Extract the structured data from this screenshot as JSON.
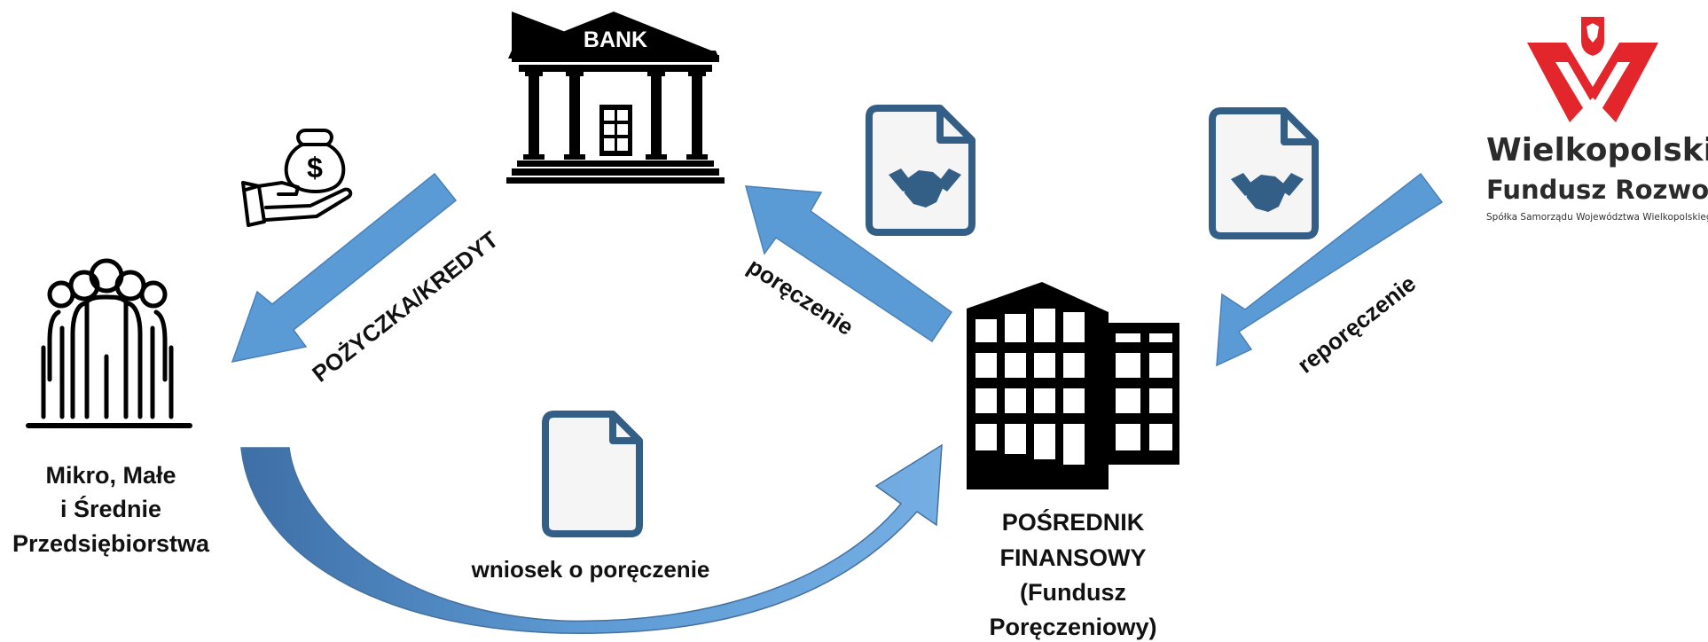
{
  "bank": {
    "sign": "BANK"
  },
  "labels": {
    "loan_credit": "POŻYCZKA/KREDYT",
    "guarantee": "poręczenie",
    "counter_guarantee": "reporęczenie",
    "guarantee_application": "wniosek o poręczenie"
  },
  "sme": {
    "line1": "Mikro, Małe",
    "line2": "i Średnie",
    "line3": "Przedsiębiorstwa"
  },
  "intermediary": {
    "line1": "POŚREDNIK",
    "line2": "FINANSOWY",
    "line3": "(Fundusz",
    "line4": "Poręczeniowy)"
  },
  "logo": {
    "line1": "Wielkopolski",
    "line2": "Fundusz Rozwoju",
    "line3": "Spółka Samorządu Województwa Wielkopolskiego"
  },
  "colors": {
    "arrow_fill": "#5b9bd5",
    "arrow_stroke": "#4a80b8",
    "doc_stroke": "#335f86",
    "logo_red": "#e3262c",
    "icon_black": "#000000"
  },
  "icons": {
    "bank": "bank-building-icon",
    "money": "money-bag-in-hand-icon",
    "people": "people-group-icon",
    "office": "office-building-icon",
    "contract": "handshake-document-icon",
    "document": "blank-document-icon",
    "logo": "eagle-emblem-w-logo"
  }
}
